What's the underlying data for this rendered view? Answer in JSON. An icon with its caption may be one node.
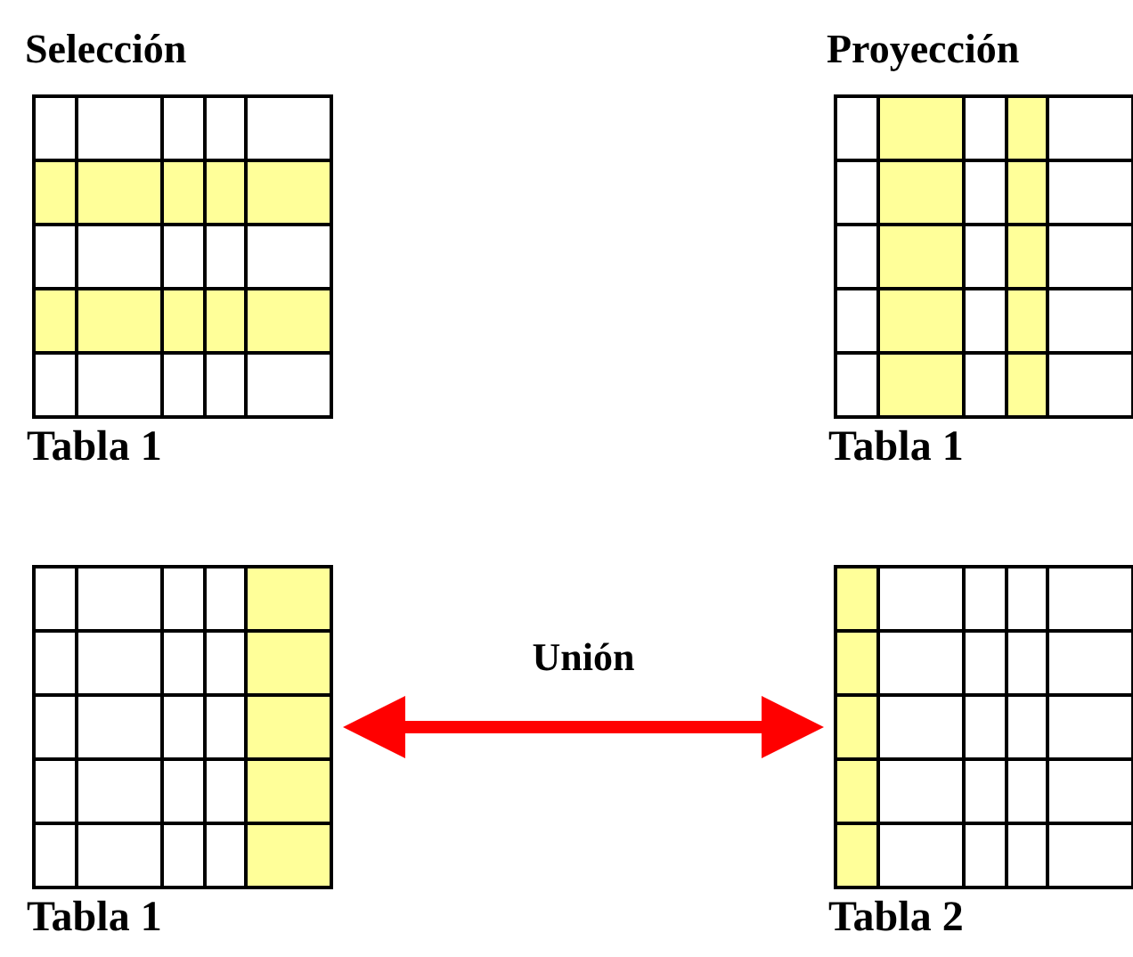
{
  "diagram": {
    "nodes": [
      {
        "text": [
          "Selección",
          "Tabla 1"
        ]
      },
      {
        "text": [
          "Proyección",
          "Tabla 1"
        ]
      },
      {
        "text": [
          "Tabla 1"
        ]
      },
      {
        "text": [
          "Tabla 2"
        ]
      }
    ],
    "edges": [
      {
        "from": 2,
        "to": 3,
        "arrow": "both",
        "label": "Unión",
        "color": "#ff0000"
      }
    ]
  }
}
